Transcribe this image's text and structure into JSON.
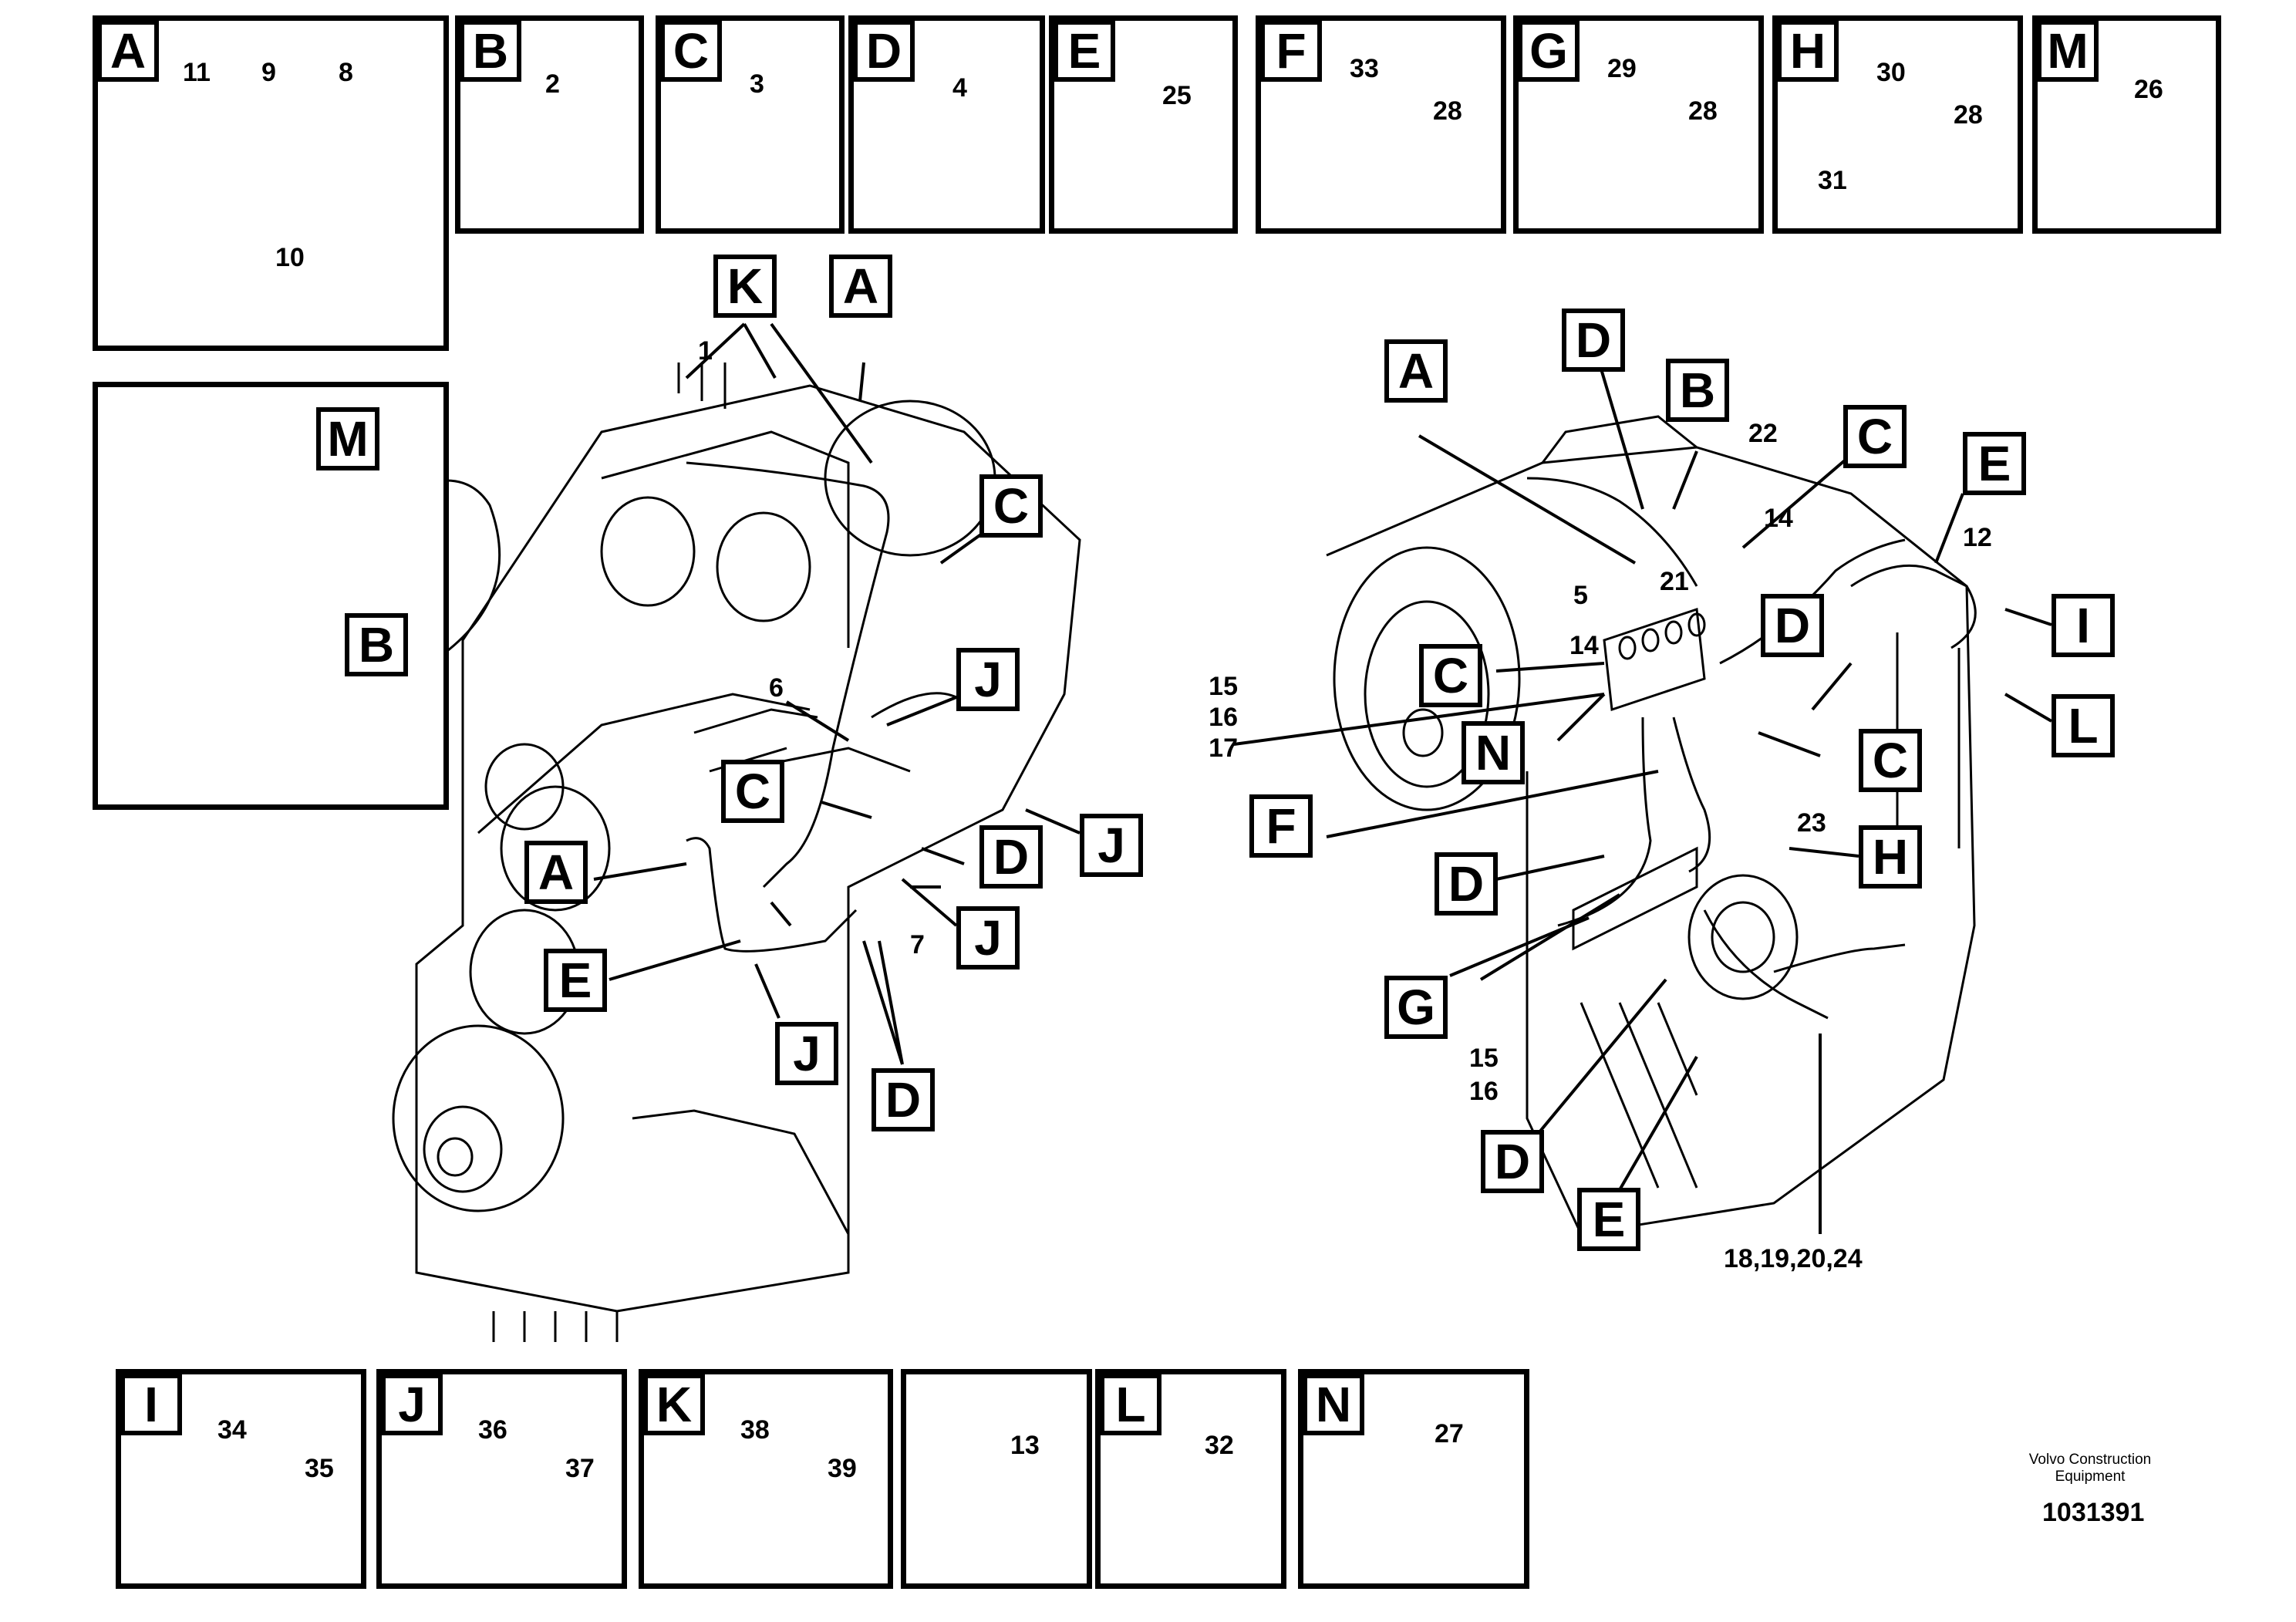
{
  "top_panels": [
    {
      "letter": "A",
      "numbers": [
        "11",
        "9",
        "8",
        "10"
      ]
    },
    {
      "letter": "B",
      "numbers": [
        "2"
      ]
    },
    {
      "letter": "C",
      "numbers": [
        "3"
      ]
    },
    {
      "letter": "D",
      "numbers": [
        "4"
      ]
    },
    {
      "letter": "E",
      "numbers": [
        "25"
      ]
    },
    {
      "letter": "F",
      "numbers": [
        "33",
        "28"
      ]
    },
    {
      "letter": "G",
      "numbers": [
        "29",
        "28"
      ]
    },
    {
      "letter": "H",
      "numbers": [
        "30",
        "28",
        "31"
      ]
    },
    {
      "letter": "M",
      "numbers": [
        "26"
      ]
    }
  ],
  "bottom_panels": [
    {
      "letter": "I",
      "numbers": [
        "34",
        "35"
      ]
    },
    {
      "letter": "J",
      "numbers": [
        "36",
        "37"
      ]
    },
    {
      "letter": "K",
      "numbers": [
        "38",
        "39"
      ]
    },
    {
      "letter": "",
      "numbers": [
        "13"
      ]
    },
    {
      "letter": "L",
      "numbers": [
        "32"
      ]
    },
    {
      "letter": "N",
      "numbers": [
        "27"
      ]
    }
  ],
  "inset_callouts": [
    "M",
    "B"
  ],
  "left_view": {
    "callouts": [
      "K",
      "A",
      "C",
      "J",
      "C",
      "D",
      "J",
      "A",
      "J",
      "E",
      "J",
      "D"
    ],
    "numbers": [
      "1",
      "6",
      "7"
    ]
  },
  "right_view": {
    "callouts": [
      "A",
      "D",
      "B",
      "C",
      "E",
      "I",
      "D",
      "C",
      "N",
      "C",
      "L",
      "F",
      "H",
      "D",
      "G",
      "D",
      "E"
    ],
    "numbers": [
      "22",
      "12",
      "14",
      "21",
      "5",
      "14",
      "23",
      "15",
      "16",
      "18,19,20,24"
    ],
    "stacked_numbers": [
      "15",
      "16",
      "17"
    ]
  },
  "footer": {
    "brand_line1": "Volvo Construction",
    "brand_line2": "Equipment",
    "doc_number": "1031391"
  }
}
